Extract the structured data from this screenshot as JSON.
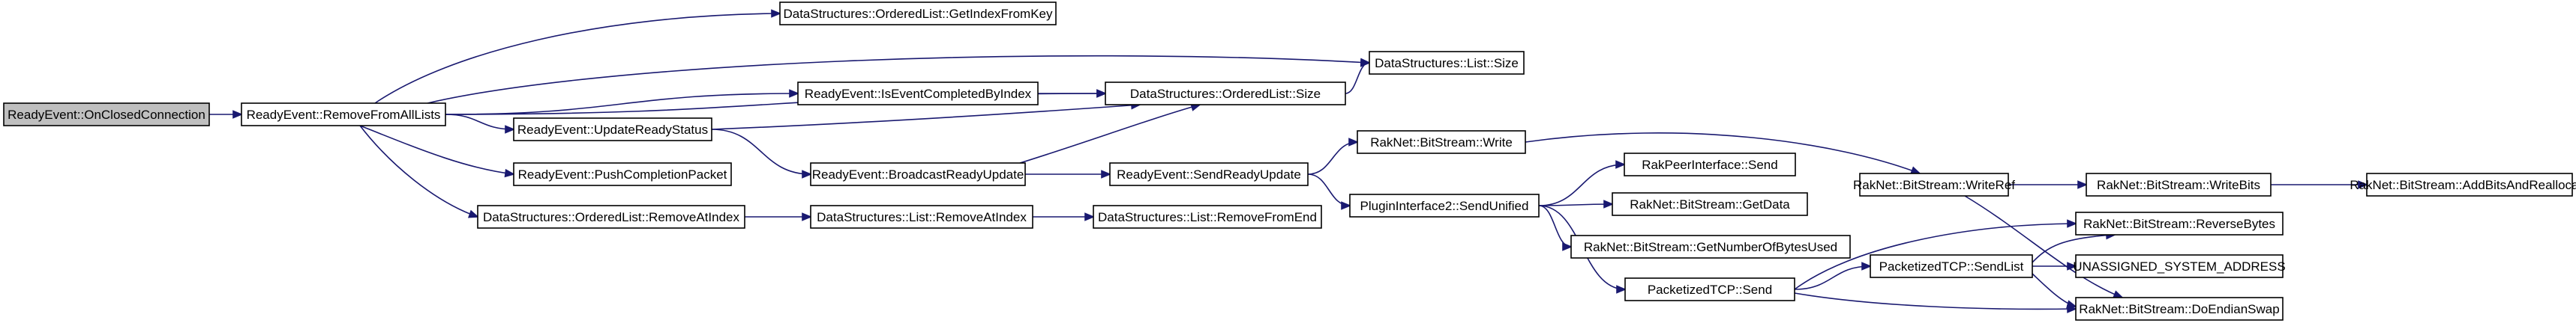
{
  "graph": {
    "colors": {
      "edge": "#191970",
      "node_border": "#000000",
      "root_fill": "#bfbfbf",
      "node_fill": "#ffffff"
    },
    "nodes": [
      {
        "id": "n0",
        "label": "ReadyEvent::OnClosedConnection",
        "root": true
      },
      {
        "id": "n1",
        "label": "ReadyEvent::RemoveFromAllLists"
      },
      {
        "id": "n2",
        "label": "DataStructures::OrderedList::GetIndexFromKey"
      },
      {
        "id": "n3",
        "label": "DataStructures::List::Size"
      },
      {
        "id": "n4",
        "label": "ReadyEvent::IsEventCompletedByIndex"
      },
      {
        "id": "n5",
        "label": "DataStructures::OrderedList::Size"
      },
      {
        "id": "n6",
        "label": "ReadyEvent::UpdateReadyStatus"
      },
      {
        "id": "n7",
        "label": "ReadyEvent::PushCompletionPacket"
      },
      {
        "id": "n8",
        "label": "DataStructures::OrderedList::RemoveAtIndex"
      },
      {
        "id": "n9",
        "label": "ReadyEvent::BroadcastReadyUpdate"
      },
      {
        "id": "n10",
        "label": "DataStructures::List::RemoveAtIndex"
      },
      {
        "id": "n11",
        "label": "DataStructures::List::RemoveFromEnd"
      },
      {
        "id": "n12",
        "label": "ReadyEvent::SendReadyUpdate"
      },
      {
        "id": "n13",
        "label": "RakNet::BitStream::Write"
      },
      {
        "id": "n14",
        "label": "PluginInterface2::SendUnified"
      },
      {
        "id": "n15",
        "label": "RakPeerInterface::Send"
      },
      {
        "id": "n16",
        "label": "RakNet::BitStream::GetData"
      },
      {
        "id": "n17",
        "label": "RakNet::BitStream::GetNumberOfBytesUsed"
      },
      {
        "id": "n18",
        "label": "PacketizedTCP::Send"
      },
      {
        "id": "n19",
        "label": "RakNet::BitStream::WriteRef"
      },
      {
        "id": "n20",
        "label": "RakNet::BitStream::WriteBits"
      },
      {
        "id": "n21",
        "label": "RakNet::BitStream::AddBitsAndReallocate"
      },
      {
        "id": "n22",
        "label": "RakNet::BitStream::ReverseBytes"
      },
      {
        "id": "n23",
        "label": "PacketizedTCP::SendList"
      },
      {
        "id": "n24",
        "label": "UNASSIGNED_SYSTEM_ADDRESS"
      },
      {
        "id": "n25",
        "label": "RakNet::BitStream::DoEndianSwap"
      }
    ],
    "edges": [
      [
        "n0",
        "n1"
      ],
      [
        "n1",
        "n2"
      ],
      [
        "n1",
        "n3"
      ],
      [
        "n1",
        "n4"
      ],
      [
        "n1",
        "n5"
      ],
      [
        "n1",
        "n6"
      ],
      [
        "n1",
        "n7"
      ],
      [
        "n1",
        "n8"
      ],
      [
        "n4",
        "n5"
      ],
      [
        "n5",
        "n3"
      ],
      [
        "n6",
        "n5"
      ],
      [
        "n6",
        "n9"
      ],
      [
        "n8",
        "n10"
      ],
      [
        "n9",
        "n5"
      ],
      [
        "n9",
        "n12"
      ],
      [
        "n10",
        "n11"
      ],
      [
        "n12",
        "n13"
      ],
      [
        "n12",
        "n14"
      ],
      [
        "n13",
        "n19"
      ],
      [
        "n14",
        "n15"
      ],
      [
        "n14",
        "n16"
      ],
      [
        "n14",
        "n17"
      ],
      [
        "n14",
        "n18"
      ],
      [
        "n18",
        "n22"
      ],
      [
        "n18",
        "n23"
      ],
      [
        "n18",
        "n25"
      ],
      [
        "n19",
        "n20"
      ],
      [
        "n19",
        "n25"
      ],
      [
        "n20",
        "n21"
      ],
      [
        "n23",
        "n22"
      ],
      [
        "n23",
        "n24"
      ],
      [
        "n23",
        "n25"
      ]
    ]
  }
}
